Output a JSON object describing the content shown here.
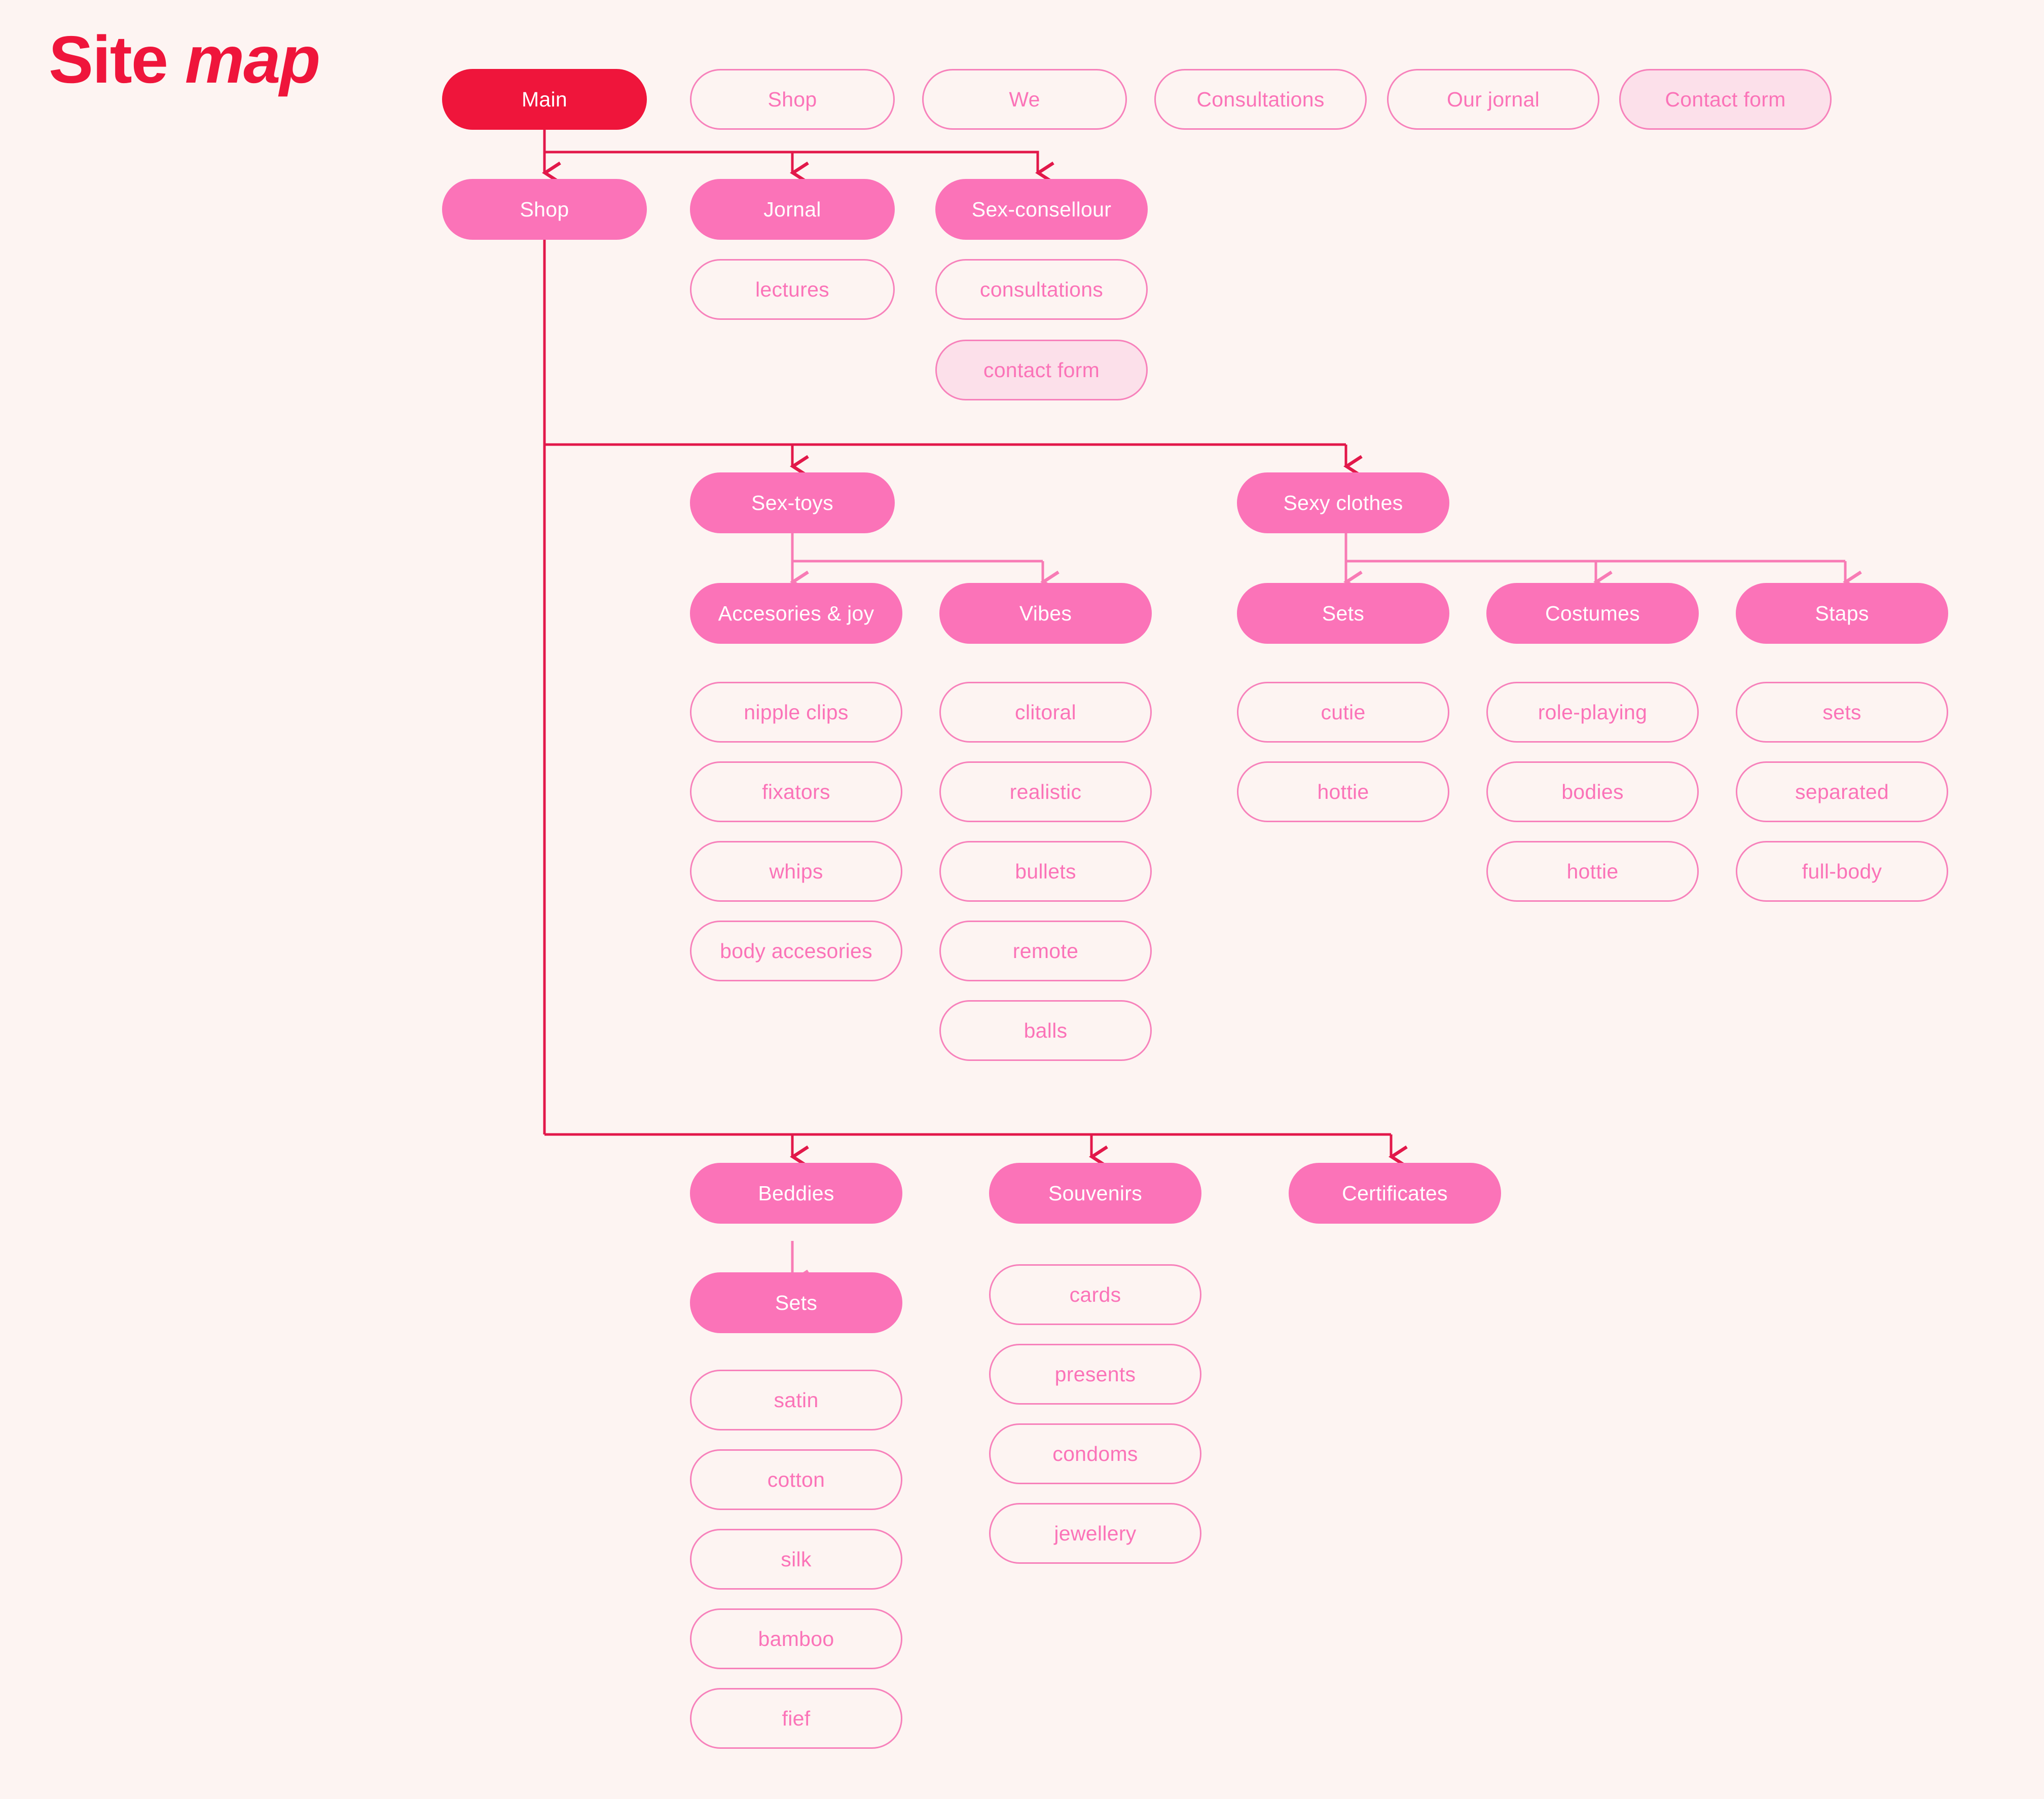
{
  "page": {
    "title_regular": "Site",
    "title_italic": "map",
    "background_color": "#fdf4f2",
    "accent_crimson": "#ef153b",
    "accent_pink": "#fb73b8",
    "accent_pink_border": "#f781bb",
    "accent_pink_soft": "#fce0ea"
  },
  "nav_row": [
    {
      "label": "Main",
      "style": "root"
    },
    {
      "label": "Shop",
      "style": "outline"
    },
    {
      "label": "We",
      "style": "outline"
    },
    {
      "label": "Consultations",
      "style": "outline"
    },
    {
      "label": "Our jornal",
      "style": "outline"
    },
    {
      "label": "Contact form",
      "style": "soft"
    }
  ],
  "level1": [
    {
      "label": "Shop",
      "style": "filled"
    },
    {
      "label": "Jornal",
      "style": "filled"
    },
    {
      "label": "Sex-consellour",
      "style": "filled"
    }
  ],
  "jornal_children": [
    {
      "label": "lectures",
      "style": "outline"
    }
  ],
  "consellour_children": [
    {
      "label": "consultations",
      "style": "outline"
    },
    {
      "label": "contact form",
      "style": "soft"
    }
  ],
  "shop_groups": [
    {
      "label": "Sex-toys",
      "style": "filled"
    },
    {
      "label": "Sexy clothes",
      "style": "filled"
    }
  ],
  "sex_toys_categories": [
    {
      "label": "Accesories & joy",
      "style": "filled"
    },
    {
      "label": "Vibes",
      "style": "filled"
    }
  ],
  "sexy_clothes_categories": [
    {
      "label": "Sets",
      "style": "filled"
    },
    {
      "label": "Costumes",
      "style": "filled"
    },
    {
      "label": "Staps",
      "style": "filled"
    }
  ],
  "accesories_items": [
    {
      "label": "nipple clips",
      "style": "outline"
    },
    {
      "label": "fixators",
      "style": "outline"
    },
    {
      "label": "whips",
      "style": "outline"
    },
    {
      "label": "body accesories",
      "style": "outline"
    }
  ],
  "vibes_items": [
    {
      "label": "clitoral",
      "style": "outline"
    },
    {
      "label": "realistic",
      "style": "outline"
    },
    {
      "label": "bullets",
      "style": "outline"
    },
    {
      "label": "remote",
      "style": "outline"
    },
    {
      "label": "balls",
      "style": "outline"
    }
  ],
  "sets_items": [
    {
      "label": "cutie",
      "style": "outline"
    },
    {
      "label": "hottie",
      "style": "outline"
    }
  ],
  "costumes_items": [
    {
      "label": "role-playing",
      "style": "outline"
    },
    {
      "label": "bodies",
      "style": "outline"
    },
    {
      "label": "hottie",
      "style": "outline"
    }
  ],
  "staps_items": [
    {
      "label": "sets",
      "style": "outline"
    },
    {
      "label": "separated",
      "style": "outline"
    },
    {
      "label": "full-body",
      "style": "outline"
    }
  ],
  "shop_bottom_groups": [
    {
      "label": "Beddies",
      "style": "filled"
    },
    {
      "label": "Souvenirs",
      "style": "filled"
    },
    {
      "label": "Certificates",
      "style": "filled"
    }
  ],
  "beddies_sets": {
    "label": "Sets",
    "style": "filled"
  },
  "beddies_items": [
    {
      "label": "satin",
      "style": "outline"
    },
    {
      "label": "cotton",
      "style": "outline"
    },
    {
      "label": "silk",
      "style": "outline"
    },
    {
      "label": "bamboo",
      "style": "outline"
    },
    {
      "label": "fief",
      "style": "outline"
    }
  ],
  "souvenirs_items": [
    {
      "label": "cards",
      "style": "outline"
    },
    {
      "label": "presents",
      "style": "outline"
    },
    {
      "label": "condoms",
      "style": "outline"
    },
    {
      "label": "jewellery",
      "style": "outline"
    }
  ]
}
